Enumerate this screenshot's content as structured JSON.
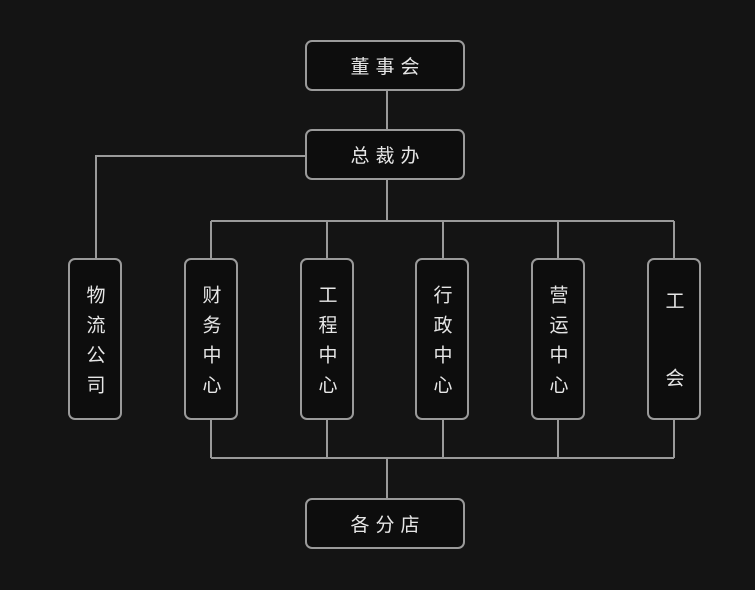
{
  "colors": {
    "background": "#141414",
    "box_fill": "#0d0d0d",
    "box_border": "#9a9a9a",
    "connector": "#9a9a9a",
    "text": "#e6e6e6"
  },
  "nodes": {
    "board": "董事会",
    "president_office": "总裁办",
    "logistics": "物流公司",
    "finance": "财务中心",
    "engineering": "工程中心",
    "administration": "行政中心",
    "operations": "营运中心",
    "union_top": "工",
    "union_bottom": "会",
    "stores": "各分店"
  }
}
